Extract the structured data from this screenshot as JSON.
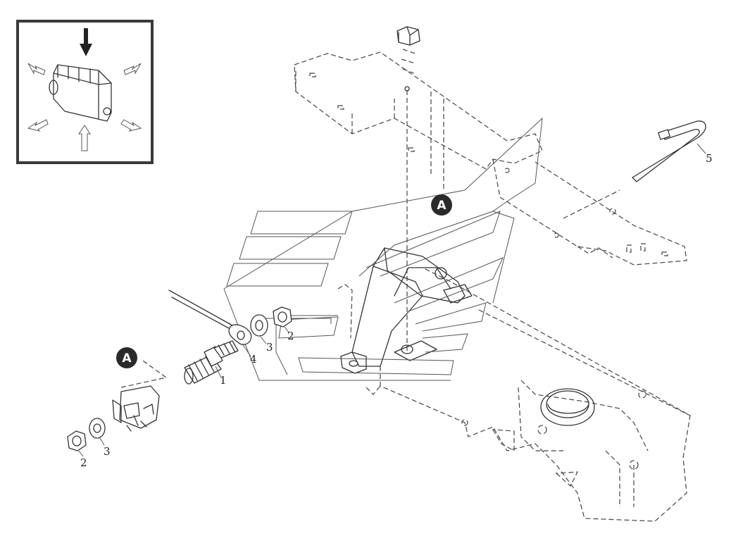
{
  "callouts": {
    "part_1": "1",
    "part_2_upper": "2",
    "part_3_upper": "3",
    "part_4": "4",
    "part_5": "5",
    "part_2_lower": "2",
    "part_3_lower": "3"
  },
  "markers": {
    "detail_a_upper": "A",
    "detail_a_lower": "A"
  },
  "inset": {
    "icon": "switch-compression-icon"
  },
  "colors": {
    "ink": "#333333",
    "badge": "#2a2a2a",
    "inset_frame": "#3a3a3a"
  }
}
